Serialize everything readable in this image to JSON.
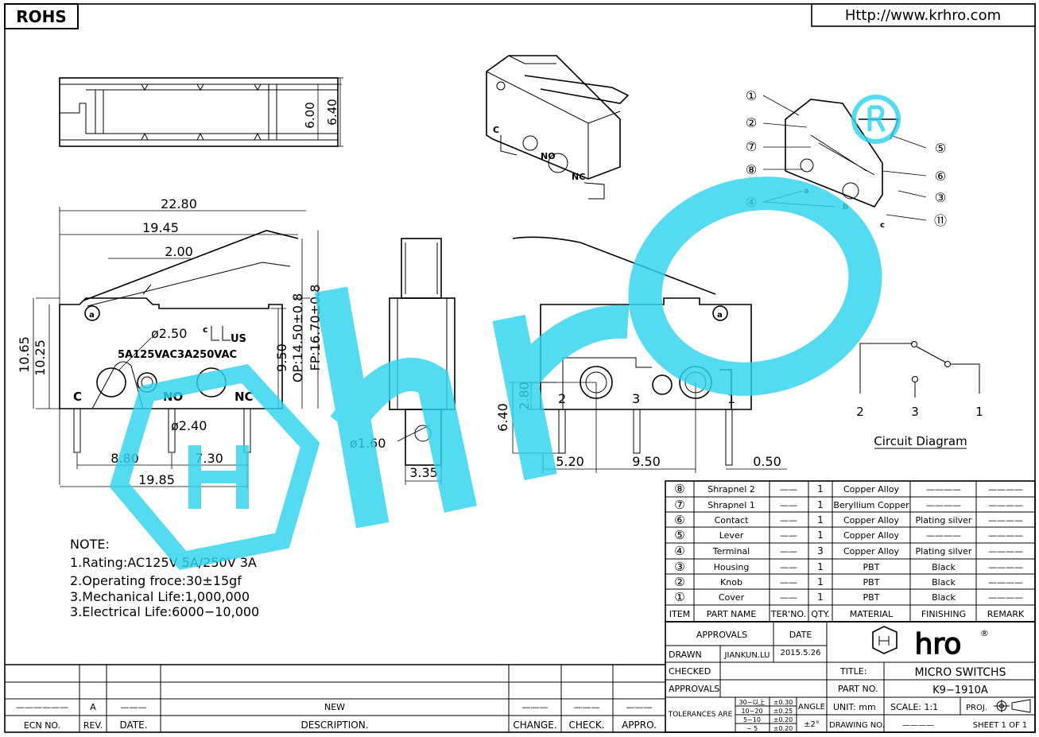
{
  "header": {
    "rohs": "ROHS",
    "url": "Http://www.krhro.com"
  },
  "dims": {
    "top_h1": "6.00",
    "top_h2": "6.40",
    "overall_len": "22.80",
    "len_19_45": "19.45",
    "len_2_00": "2.00",
    "hole_d": "ø2.50",
    "rating_mark": "5A125VAC3A250VAC",
    "ul_mark": "US",
    "ul_c": "c",
    "h_10_65": "10.65",
    "h_10_25": "10.25",
    "h_9_50": "9.50",
    "op": "OP:14.50±0.8",
    "fp": "FP:16.70±0.8",
    "pin_d": "ø2.40",
    "sp_8_80": "8.80",
    "sp_7_30": "7.30",
    "sp_19_85": "19.85",
    "pin_c": "C",
    "pin_no": "NO",
    "pin_nc": "NC",
    "side_d": "ø1.60",
    "side_w": "3.35",
    "back_2_80": "2.80",
    "back_6_40": "6.40",
    "back_5_20": "5.20",
    "back_9_50": "9.50",
    "back_0_50": "0.50",
    "back_n2": "2",
    "back_n3": "3",
    "back_n1": "1"
  },
  "iso_labels": {
    "c": "C",
    "no": "NO",
    "nc": "NC"
  },
  "exploded": {
    "callouts": [
      "①",
      "②",
      "⑦",
      "⑧",
      "④",
      "⑤",
      "⑥",
      "③",
      "⑪"
    ],
    "letters": [
      "a",
      "b",
      "c"
    ]
  },
  "circuit": {
    "n2": "2",
    "n3": "3",
    "n1": "1",
    "title": "Circuit Diagram"
  },
  "notes": {
    "title": "NOTE:",
    "lines": [
      "1.Rating:AC125V  5A/250V  3A",
      "2.Operating  froce:30±15gf",
      "3.Mechanical  Life:1,000,000",
      "3.Electrical  Life:6000−10,000"
    ]
  },
  "bom": {
    "rows": [
      {
        "item": "⑧",
        "name": "Shrapnel 2",
        "ter": "——",
        "qty": "1",
        "material": "Copper Alloy",
        "finishing": "————",
        "remark": "————"
      },
      {
        "item": "⑦",
        "name": "Shrapnel 1",
        "ter": "——",
        "qty": "1",
        "material": "Beryllium Copper",
        "finishing": "————",
        "remark": "————"
      },
      {
        "item": "⑥",
        "name": "Contact",
        "ter": "——",
        "qty": "1",
        "material": "Copper Alloy",
        "finishing": "Plating silver",
        "remark": "————"
      },
      {
        "item": "⑤",
        "name": "Lever",
        "ter": "——",
        "qty": "1",
        "material": "Copper Alloy",
        "finishing": "————",
        "remark": "————"
      },
      {
        "item": "④",
        "name": "Terminal",
        "ter": "——",
        "qty": "3",
        "material": "Copper Alloy",
        "finishing": "Plating silver",
        "remark": "————"
      },
      {
        "item": "③",
        "name": "Housing",
        "ter": "——",
        "qty": "1",
        "material": "PBT",
        "finishing": "Black",
        "remark": "————"
      },
      {
        "item": "②",
        "name": "Knob",
        "ter": "——",
        "qty": "1",
        "material": "PBT",
        "finishing": "Black",
        "remark": "————"
      },
      {
        "item": "①",
        "name": "Cover",
        "ter": "——",
        "qty": "1",
        "material": "PBT",
        "finishing": "Black",
        "remark": "————"
      }
    ],
    "headers": {
      "item": "ITEM",
      "name": "PART NAME",
      "ter": "TER'NO.",
      "qty": "QTY.",
      "material": "MATERIAL",
      "finishing": "FINISHING",
      "remark": "REMARK"
    }
  },
  "titleblock": {
    "approvals": "APPROVALS",
    "date": "DATE",
    "drawn": "DRAWN",
    "drawn_by": "JIANKUN.LU",
    "drawn_date": "2015.5.26",
    "checked": "CHECKED",
    "approvals2": "APPROVALS",
    "logo": "hro",
    "logo_reg": "®",
    "title_label": "TITLE:",
    "title": "MICRO SWITCHS",
    "part_label": "PART NO.",
    "part_no": "K9−1910A",
    "tol_label": "TOLERANCES ARE",
    "tol_ranges": [
      "30~以上",
      "10~20",
      "5~10",
      "~ 5"
    ],
    "tol_vals": [
      "±0.30",
      "±0.25",
      "±0.20",
      "±0.20"
    ],
    "angle": "ANGLE",
    "angle_val": "±2°",
    "unit": "UNIT:  mm",
    "scale": "SCALE:   1:1",
    "proj": "PROJ.",
    "drawing_no": "DRAWING NO.",
    "drawing_no_val": "————",
    "sheet": "SHEET   1  OF  1"
  },
  "revision": {
    "row": {
      "ecn": "——————",
      "rev": "A",
      "date": "———",
      "desc": "NEW",
      "change": "———",
      "check": "———",
      "appro": "———"
    },
    "headers": {
      "ecn": "ECN NO.",
      "rev": "REV.",
      "date": "DATE.",
      "desc": "DESCRIPTION.",
      "change": "CHANGE.",
      "check": "CHECK.",
      "appro": "APPRO."
    }
  },
  "colors": {
    "watermark": "#2fd3ee"
  }
}
